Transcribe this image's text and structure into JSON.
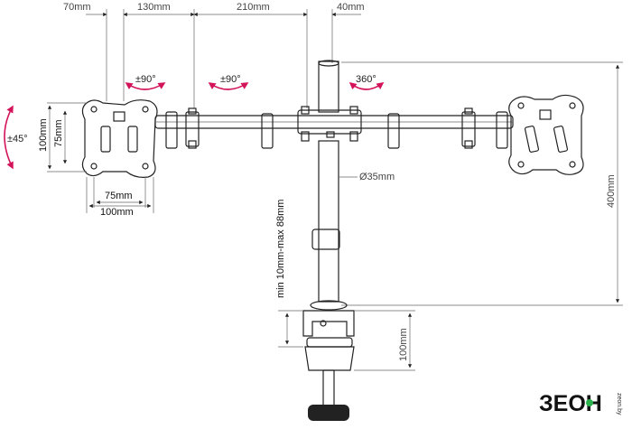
{
  "dimensions": {
    "top": [
      "70mm",
      "130mm",
      "210mm",
      "40mm"
    ],
    "height_400": "400mm",
    "pole_diameter": "Ø35mm",
    "clamp_range": "min 10mm-max 88mm",
    "clamp_height": "100mm",
    "vesa_vertical_100": "100mm",
    "vesa_vertical_75": "75mm",
    "vesa_horizontal_75": "75mm",
    "vesa_horizontal_100": "100mm"
  },
  "rotations": {
    "tilt": "±45°",
    "swivel_plate": "±90°",
    "swivel_arm": "±90°",
    "pole_rotation": "360°"
  },
  "logo": {
    "text": "ЗЕОН",
    "sub": "zeon.by"
  },
  "colors": {
    "arrow": "#d4145a",
    "line": "#222222",
    "dim_line": "#666666"
  }
}
